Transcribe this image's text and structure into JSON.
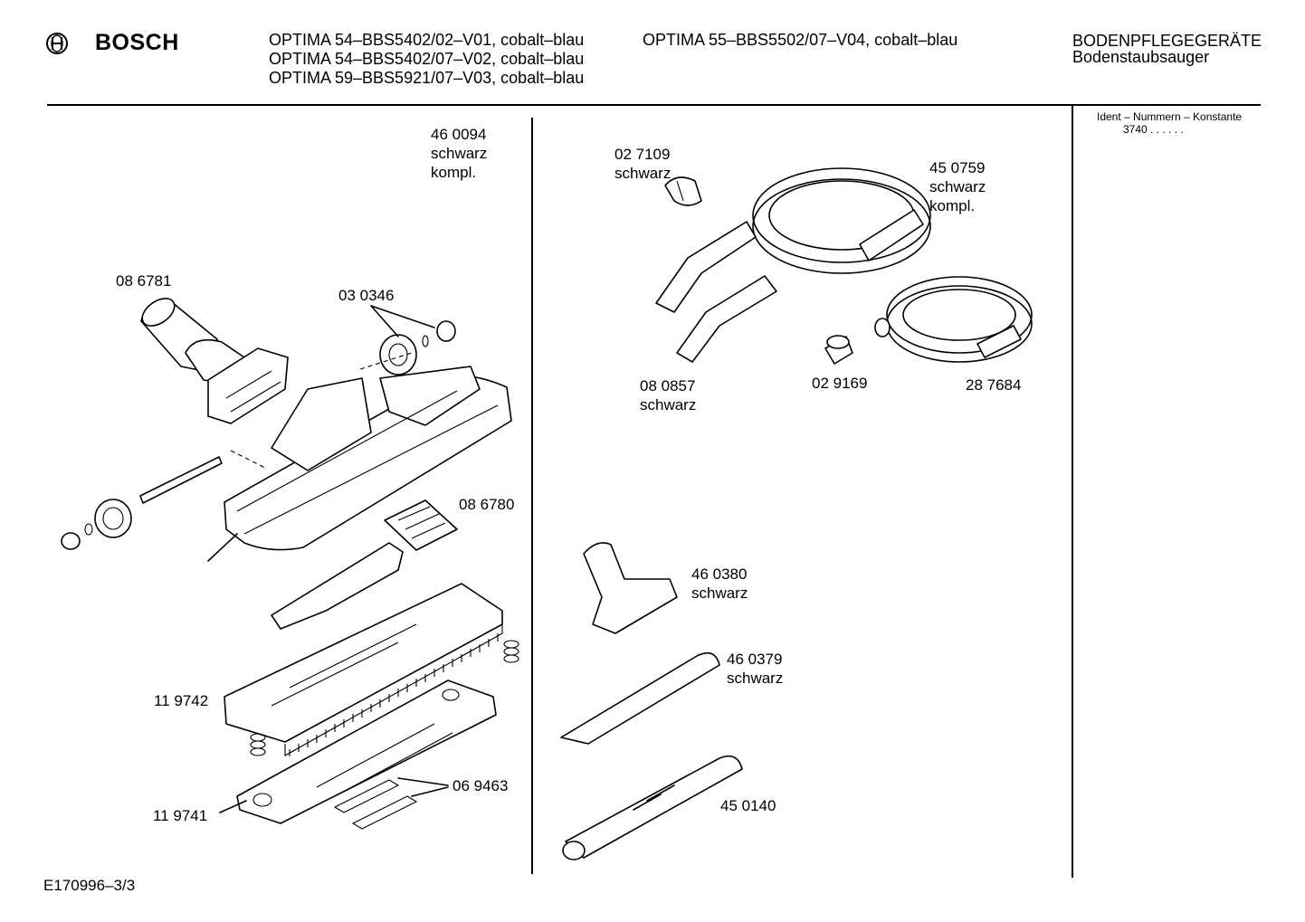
{
  "header": {
    "brand": "BOSCH",
    "models_col1": [
      "OPTIMA 54–BBS5402/02–V01, cobalt–blau",
      "OPTIMA 54–BBS5402/07–V02, cobalt–blau",
      "OPTIMA 59–BBS5921/07–V03, cobalt–blau"
    ],
    "models_col2": [
      "OPTIMA 55–BBS5502/07–V04, cobalt–blau"
    ],
    "category": "BODENPFLEGEGERÄTE",
    "subcategory": "Bodenstaubsauger"
  },
  "ident": {
    "title": "Ident – Nummern – Konstante",
    "value": "3740   . .    . . . ."
  },
  "labels": {
    "p460094": [
      "46 0094",
      "schwarz",
      "kompl."
    ],
    "p086781": "08 6781",
    "p030346": "03 0346",
    "p086780": "08 6780",
    "p119742": "11 9742",
    "p119741": "11 9741",
    "p069463": "06 9463",
    "p027109": [
      "02 7109",
      "schwarz"
    ],
    "p450759": [
      "45 0759",
      "schwarz",
      "kompl."
    ],
    "p080857": [
      "08 0857",
      "schwarz"
    ],
    "p029169": "02 9169",
    "p287684": "28 7684",
    "p460380": [
      "46 0380",
      "schwarz"
    ],
    "p460379": [
      "46 0379",
      "schwarz"
    ],
    "p450140": "45 0140"
  },
  "footer": {
    "code": "E170996–3/3"
  },
  "colors": {
    "ink": "#000000",
    "paper": "#ffffff"
  }
}
